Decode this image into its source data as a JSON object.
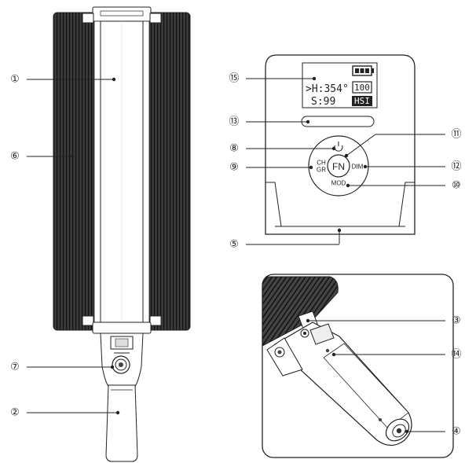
{
  "callouts": {
    "c1": "①",
    "c2": "②",
    "c3": "③",
    "c4": "④",
    "c5": "⑤",
    "c6": "⑥",
    "c7": "⑦",
    "c8": "⑧",
    "c9": "⑨",
    "c10": "⑩",
    "c11": "⑪",
    "c12": "⑫",
    "c13": "⑬",
    "c14": "⑭",
    "c15": "⑮"
  },
  "screen": {
    "hue": ">H:354°",
    "sat": "S:99",
    "brightness": "100",
    "mode": "HSI"
  },
  "buttons": {
    "fn": "FN",
    "dim": "DIM",
    "mod": "MOD",
    "ch": "CH",
    "gr": "GR"
  }
}
